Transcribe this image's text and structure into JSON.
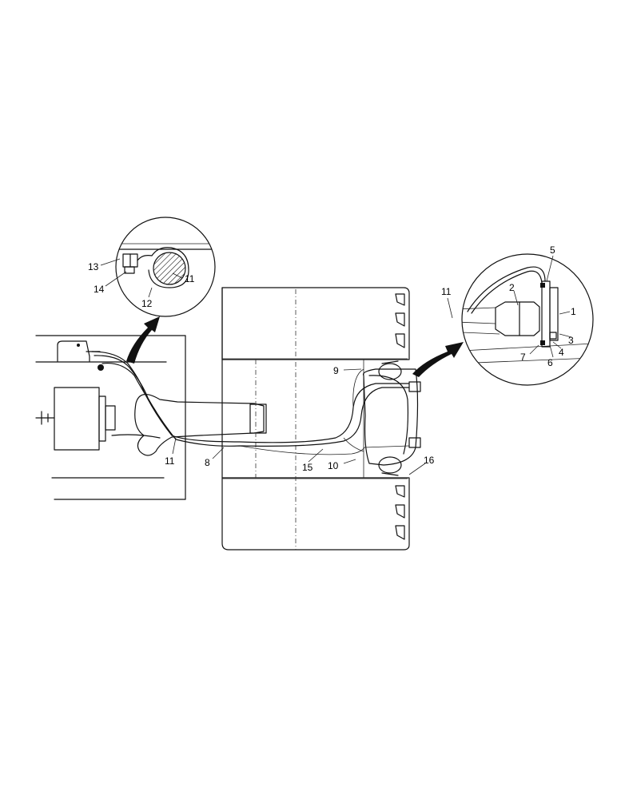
{
  "callouts": {
    "c1": "1",
    "c2": "2",
    "c3": "3",
    "c4": "4",
    "c5": "5",
    "c6": "6",
    "c7": "7",
    "c8": "8",
    "c9": "9",
    "c10": "10",
    "c11_left_circle": "11",
    "c11_main": "11",
    "c11_right_circle": "11",
    "c12": "12",
    "c13": "13",
    "c14": "14",
    "c15": "15",
    "c16": "16"
  },
  "icons": {
    "detail_arrow_left": "curved-arrow-icon",
    "detail_arrow_right": "curved-arrow-icon"
  }
}
